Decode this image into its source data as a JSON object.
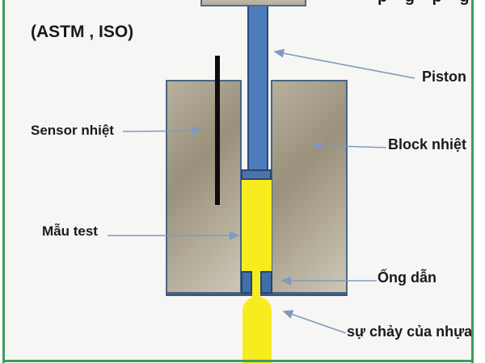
{
  "labels": {
    "standards": "(ASTM , ISO)",
    "clipped_top_fragment": "p g p g",
    "sensor": "Sensor nhiệt",
    "sample": "Mẫu test",
    "piston": "Piston",
    "block": "Block nhiệt",
    "die": "Ống dẫn",
    "flow": "sự chảy của nhựa"
  },
  "colors": {
    "frame_green": "#3e9c59",
    "background": "#f6f6f4",
    "block_fill_light": "#cdc7b6",
    "block_fill_dark": "#9a917c",
    "block_border": "#4a6585",
    "piston_blue": "#4d7cba",
    "piston_border": "#2a4a7c",
    "die_blue": "#3f70a8",
    "sample_yellow": "#f7ec1f",
    "sensor_black": "#0d0d0d",
    "arrow_blue": "#8199bf",
    "text_color": "#1a1a1a"
  }
}
